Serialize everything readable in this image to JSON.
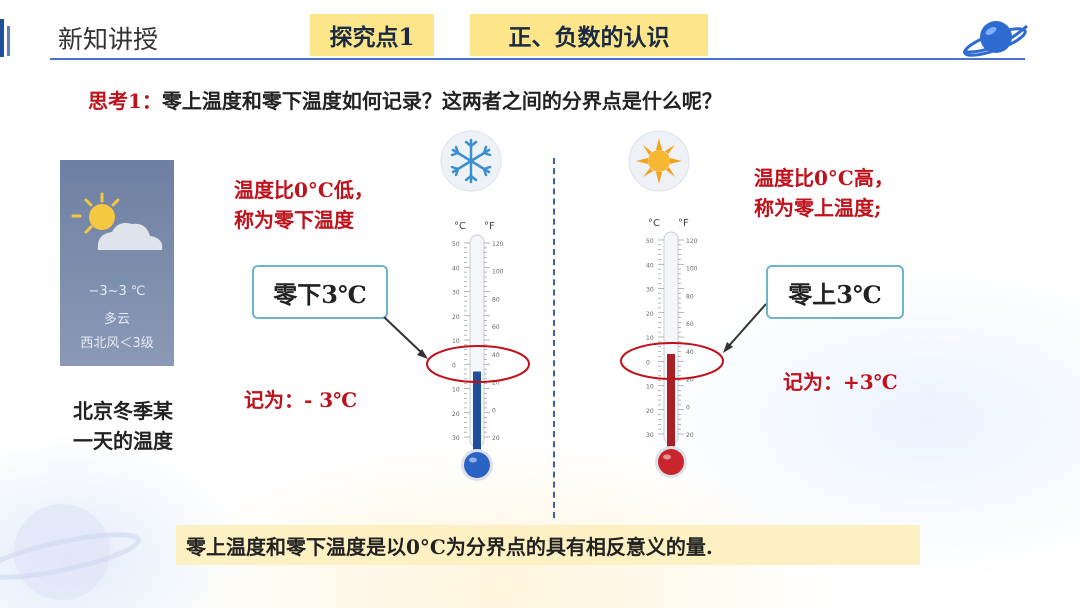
{
  "header": {
    "section_title": "新知讲授",
    "tag_point": "探究点1",
    "tag_topic": "正、负数的认识"
  },
  "question": {
    "label": "思考1：",
    "text": "零上温度和零下温度如何记录？这两者之间的分界点是什么呢？"
  },
  "weather_card": {
    "icon": "partly-cloudy-icon",
    "temp_range": "−3~3 ℃",
    "condition": "多云",
    "wind": "西北风＜3级"
  },
  "weather_caption_line1": "北京冬季某",
  "weather_caption_line2": "一天的温度",
  "left": {
    "icon": "snowflake-icon",
    "desc_line1": "温度比0°C低，",
    "desc_line2": "称为零下温度",
    "box_label": "零下3℃",
    "record": "记为：- 3℃",
    "thermometer": {
      "celsius_label": "°C",
      "fahrenheit_label": "°F",
      "celsius_ticks": [
        "50",
        "40",
        "30",
        "20",
        "10",
        "0",
        "10",
        "20",
        "30"
      ],
      "fahrenheit_ticks": [
        "120",
        "100",
        "80",
        "60",
        "40",
        "20",
        "0",
        "20"
      ],
      "liquid_color": "#1f4f9a",
      "bulb_color": "#2a63c4",
      "level_celsius": -3
    }
  },
  "right": {
    "icon": "sun-icon",
    "desc_line1": "温度比0°C高，",
    "desc_line2": "称为零上温度;",
    "box_label": "零上3℃",
    "record": "记为：+3℃",
    "thermometer": {
      "celsius_label": "°C",
      "fahrenheit_label": "°F",
      "celsius_ticks": [
        "50",
        "40",
        "30",
        "20",
        "10",
        "0",
        "10",
        "20",
        "30"
      ],
      "fahrenheit_ticks": [
        "120",
        "100",
        "80",
        "60",
        "40",
        "20",
        "0",
        "20"
      ],
      "liquid_color": "#a81f24",
      "bulb_color": "#c8262c",
      "level_celsius": 3
    }
  },
  "conclusion": "零上温度和零下温度是以0°C为分界点的具有相反意义的量.",
  "colors": {
    "accent_red": "#c0111b",
    "tag_yellow": "#fde68a",
    "header_blue": "#20509a",
    "footer_yellow": "#fdf0c2"
  }
}
